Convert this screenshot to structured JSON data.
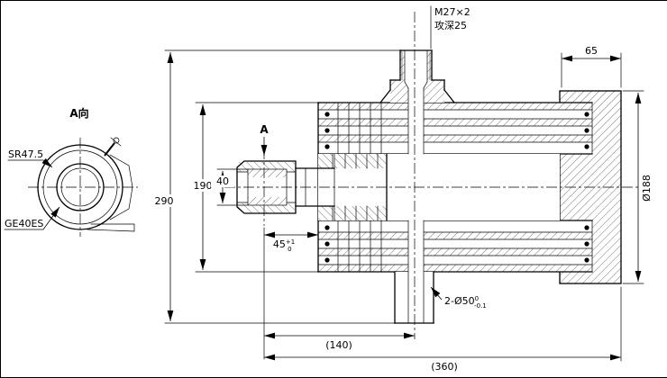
{
  "colors": {
    "background": "#ffffff",
    "line": "#000000"
  },
  "end_view": {
    "title": "A向",
    "sphere_radius_label": "SR47.5",
    "bearing_label": "GE40ES"
  },
  "callouts": {
    "thread_spec": "M27×2",
    "thread_depth": "攻深25",
    "section_label": "A",
    "trunnion": {
      "value": "2-Ø50",
      "tol_upper": "0",
      "tol_lower": "-0.1"
    }
  },
  "dimensions": {
    "cap_width": "65",
    "overall_height": "290",
    "barrel_od": "190",
    "bearing_bore": "40",
    "rod_end_offset": {
      "value": "45",
      "tol_upper": "+1",
      "tol_lower": "0"
    },
    "cap_diameter": "Ø188",
    "center_distance": "(140)",
    "overall_length": "(360)"
  }
}
